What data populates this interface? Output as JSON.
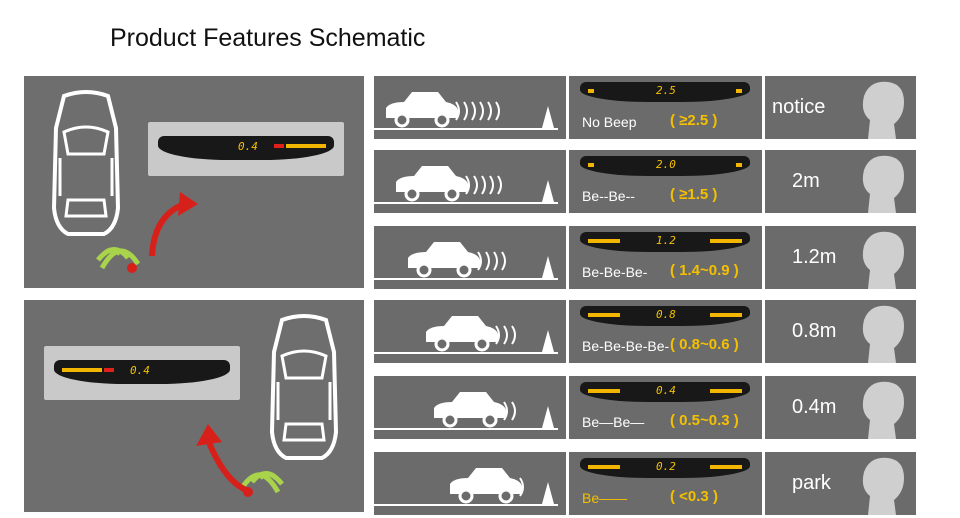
{
  "title": "Product Features Schematic",
  "left_panels": [
    {
      "display_value": "0.4"
    },
    {
      "display_value": "0.4"
    }
  ],
  "rows": [
    {
      "display_value": "2.5",
      "sound": "No Beep",
      "range": "( ≥2.5 )",
      "label": "notice",
      "sound_color": "#ffffff"
    },
    {
      "display_value": "2.0",
      "sound": "Be--Be--",
      "range": "( ≥1.5 )",
      "label": "2m",
      "sound_color": "#ffffff"
    },
    {
      "display_value": "1.2",
      "sound": "Be-Be-Be-",
      "range": "( 1.4~0.9 )",
      "label": "1.2m",
      "sound_color": "#ffffff"
    },
    {
      "display_value": "0.8",
      "sound": "Be-Be-Be-Be-",
      "range": "( 0.8~0.6 )",
      "label": "0.8m",
      "sound_color": "#ffffff"
    },
    {
      "display_value": "0.4",
      "sound": "Be—Be—",
      "range": "( 0.5~0.3 )",
      "label": "0.4m",
      "sound_color": "#ffffff"
    },
    {
      "display_value": "0.2",
      "sound": "Be——",
      "range": "( <0.3 )",
      "label": "park",
      "sound_color": "#f4c000"
    }
  ],
  "colors": {
    "panel": "#6e6e6e",
    "display_yellow": "#f2b500",
    "display_red": "#e0211a",
    "arrow_red": "#d8201a",
    "wave_green": "#a8d34a"
  }
}
